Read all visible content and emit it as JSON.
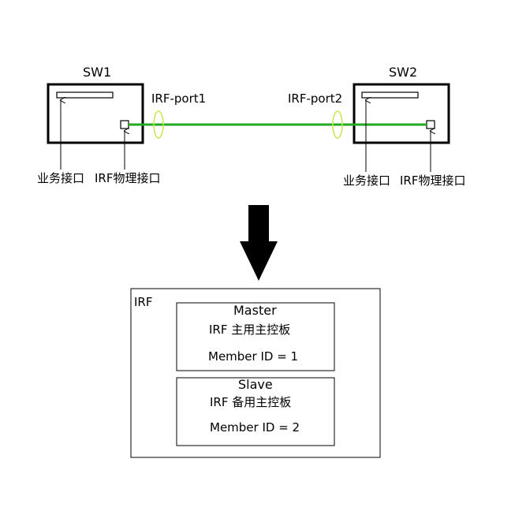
{
  "switches": [
    {
      "name": "SW1",
      "port_label": "IRF-port1",
      "business_port_label": "业务接口",
      "physical_port_label": "IRF物理接口"
    },
    {
      "name": "SW2",
      "port_label": "IRF-port2",
      "business_port_label": "业务接口",
      "physical_port_label": "IRF物理接口"
    }
  ],
  "link_color": "#22aa22",
  "port_ring_color": "#c8e64b",
  "irf": {
    "label": "IRF",
    "members": [
      {
        "role": "Master",
        "board": "IRF 主用主控板",
        "member_id": "Member ID = 1"
      },
      {
        "role": "Slave",
        "board": "IRF 备用主控板",
        "member_id": "Member ID = 2"
      }
    ]
  }
}
